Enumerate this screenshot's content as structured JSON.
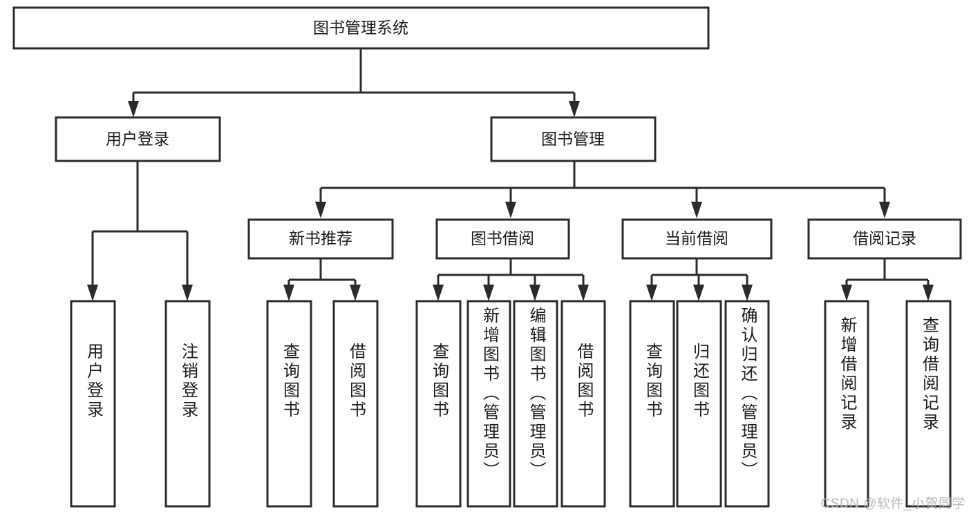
{
  "diagram": {
    "type": "tree-hierarchy",
    "title": "图书管理系统",
    "watermark": "CSDN @软件_小贺同学",
    "colors": {
      "stroke": "#2b2b2b",
      "fill": "#ffffff",
      "text": "#1c1c1c",
      "watermark": "#b9b9b9"
    },
    "levels": {
      "root": {
        "label": "图书管理系统"
      },
      "level2": [
        {
          "id": "user-login",
          "label": "用户登录"
        },
        {
          "id": "book-manage",
          "label": "图书管理"
        }
      ],
      "level3": [
        {
          "id": "new-book-recommend",
          "label": "新书推荐",
          "parent": "book-manage"
        },
        {
          "id": "book-borrow",
          "label": "图书借阅",
          "parent": "book-manage"
        },
        {
          "id": "current-borrow",
          "label": "当前借阅",
          "parent": "book-manage"
        },
        {
          "id": "borrow-record",
          "label": "借阅记录",
          "parent": "book-manage"
        }
      ],
      "leaves": [
        {
          "id": "leaf-user-login",
          "label": "用户登录",
          "parent": "user-login"
        },
        {
          "id": "leaf-logout-login",
          "label": "注销登录",
          "parent": "user-login"
        },
        {
          "id": "leaf-query-book-1",
          "label": "查询图书",
          "parent": "new-book-recommend"
        },
        {
          "id": "leaf-borrow-book-1",
          "label": "借阅图书",
          "parent": "new-book-recommend"
        },
        {
          "id": "leaf-query-book-2",
          "label": "查询图书",
          "parent": "book-borrow"
        },
        {
          "id": "leaf-add-book",
          "label": "新增图书（管理员）",
          "parent": "book-borrow"
        },
        {
          "id": "leaf-edit-book",
          "label": "编辑图书（管理员）",
          "parent": "book-borrow"
        },
        {
          "id": "leaf-borrow-book-2",
          "label": "借阅图书",
          "parent": "book-borrow"
        },
        {
          "id": "leaf-query-book-3",
          "label": "查询图书",
          "parent": "current-borrow"
        },
        {
          "id": "leaf-return-book",
          "label": "归还图书",
          "parent": "current-borrow"
        },
        {
          "id": "leaf-confirm-return",
          "label": "确认归还（管理员）",
          "parent": "current-borrow"
        },
        {
          "id": "leaf-add-record",
          "label": "新增借阅记录",
          "parent": "borrow-record"
        },
        {
          "id": "leaf-query-record",
          "label": "查询借阅记录",
          "parent": "borrow-record"
        }
      ]
    }
  }
}
